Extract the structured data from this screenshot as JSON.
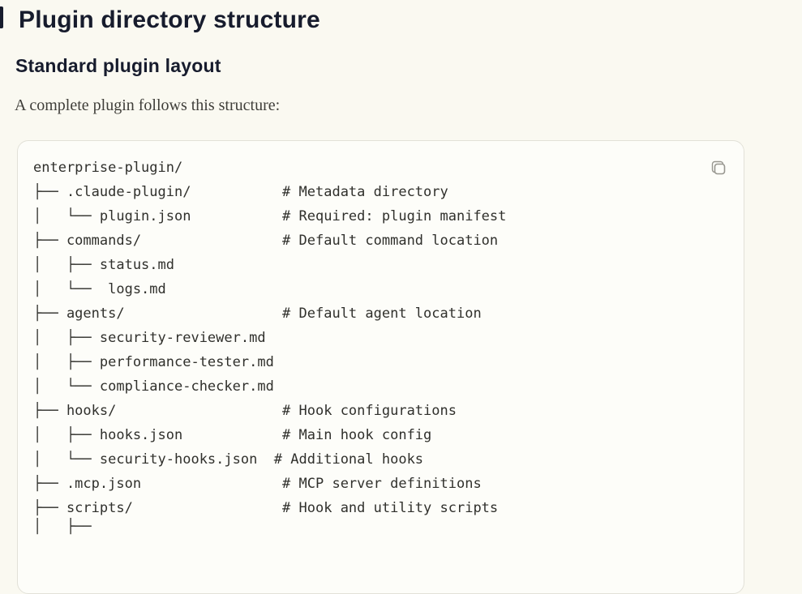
{
  "header": {
    "title": "Plugin directory structure",
    "subtitle": "Standard plugin layout",
    "intro": "A complete plugin follows this structure:"
  },
  "code_block": {
    "root": "enterprise-plugin/",
    "icons": {
      "copy": "copy-icon"
    },
    "lines": [
      "enterprise-plugin/",
      "├── .claude-plugin/           # Metadata directory",
      "│   └── plugin.json           # Required: plugin manifest",
      "├── commands/                 # Default command location",
      "│   ├── status.md",
      "│   └──  logs.md",
      "├── agents/                   # Default agent location",
      "│   ├── security-reviewer.md",
      "│   ├── performance-tester.md",
      "│   └── compliance-checker.md",
      "├── hooks/                    # Hook configurations",
      "│   ├── hooks.json            # Main hook config",
      "│   └── security-hooks.json  # Additional hooks",
      "├── .mcp.json                 # MCP server definitions",
      "├── scripts/                  # Hook and utility scripts",
      "│   ├──"
    ]
  },
  "colors": {
    "page_bg": "#faf9f1",
    "card_bg": "#fdfdf9",
    "card_border": "#e2e1d8",
    "heading": "#171c2d",
    "body_text": "#3f3e39",
    "code_text": "#30302c",
    "icon_stroke": "#97968f"
  }
}
